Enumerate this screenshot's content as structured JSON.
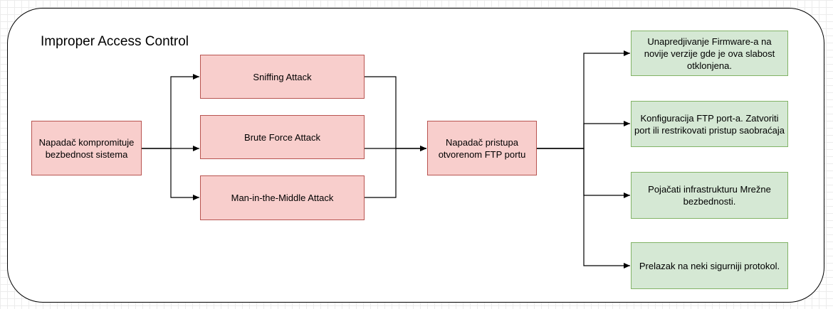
{
  "diagram": {
    "title": "Improper Access Control",
    "nodes": {
      "start": "Napadač kompromituje bezbednost sistema",
      "sniffing": "Sniffing Attack",
      "brute_force": "Brute Force Attack",
      "mitm": "Man-in-the-Middle Attack",
      "ftp_access": "Napadač pristupa otvorenom FTP portu",
      "firmware": "Unapredjivanje Firmware-a na novije verzije gde je ova slabost otklonjena.",
      "ftp_config": "Konfiguracija FTP port-a. Zatvoriti port ili restrikovati pristup saobraćaja",
      "network_security": "Pojačati infrastrukturu Mrežne bezbednosti.",
      "secure_protocol": "Prelazak na neki sigurniji protokol."
    },
    "colors": {
      "attack_fill": "#f8cecc",
      "attack_stroke": "#b85450",
      "mitigation_fill": "#d5e8d4",
      "mitigation_stroke": "#82b366",
      "edge": "#000000"
    }
  }
}
